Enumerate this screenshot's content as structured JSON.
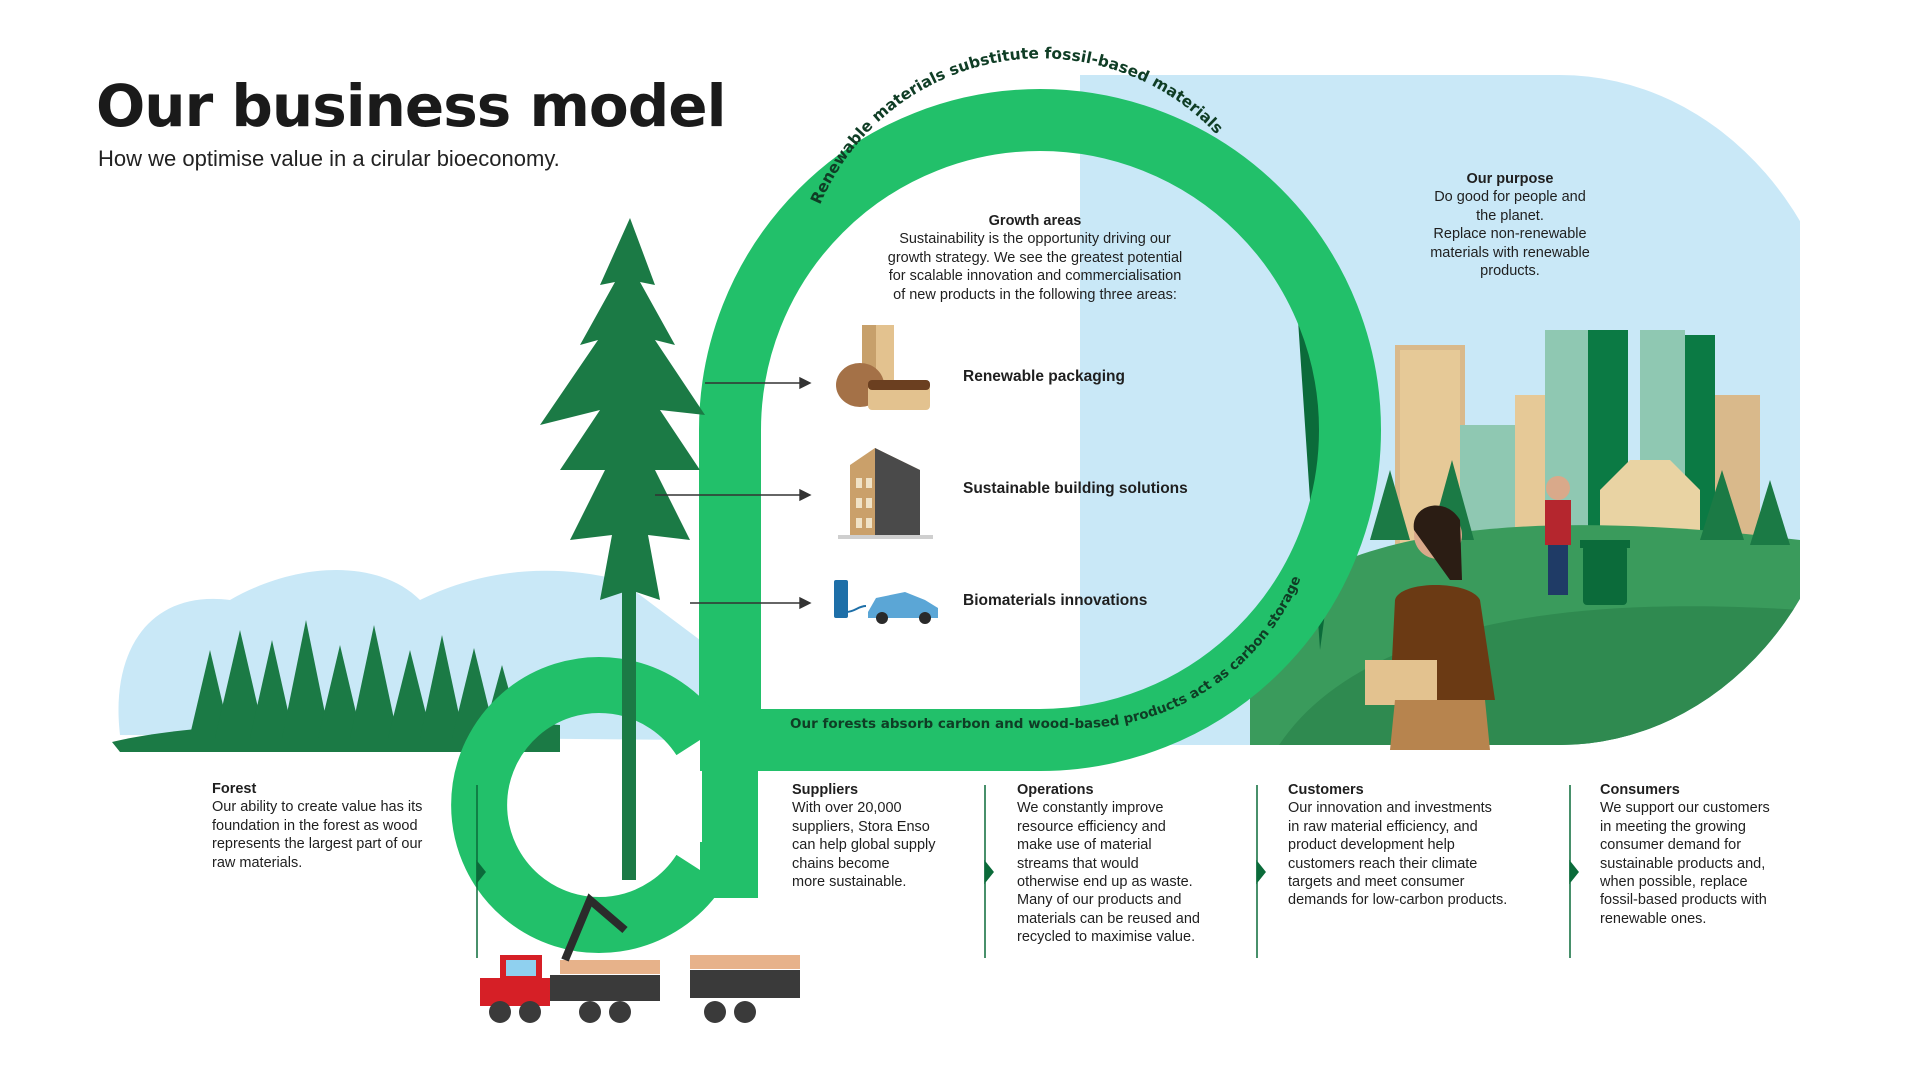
{
  "header": {
    "title": "Our business model",
    "subtitle": "How we optimise value in a cirular bioeconomy."
  },
  "loop": {
    "top_text": "Renewable materials substitute fossil-based materials",
    "bottom_text": "Our forests absorb carbon and wood-based products act as carbon storage."
  },
  "growth": {
    "heading": "Growth areas",
    "body": "Sustainability is the opportunity driving our\ngrowth strategy. We see the greatest potential\nfor scalable innovation and commercialisation\nof new products in the following three areas:",
    "areas": [
      {
        "label": "Renewable packaging",
        "icon": "packaging-icon"
      },
      {
        "label": "Sustainable building solutions",
        "icon": "building-icon"
      },
      {
        "label": "Biomaterials innovations",
        "icon": "electric-car-icon"
      }
    ]
  },
  "purpose": {
    "heading": "Our purpose",
    "body": "Do good for people and\nthe planet.\nReplace non-renewable\nmaterials with renewable\nproducts."
  },
  "stages": [
    {
      "heading": "Forest",
      "body": "Our ability to create value has its\nfoundation in the forest as wood\nrepresents the largest part of our\nraw materials."
    },
    {
      "heading": "Suppliers",
      "body": "With over 20,000\nsuppliers, Stora Enso\ncan help global supply\nchains become\nmore sustainable."
    },
    {
      "heading": "Operations",
      "body": "We constantly improve\nresource efficiency and\nmake use of material\nstreams that would\notherwise end up as waste.\nMany of our products and\nmaterials can be reused and\nrecycled to maximise value."
    },
    {
      "heading": "Customers",
      "body": "Our innovation and investments\nin raw material efficiency, and\nproduct development help\ncustomers reach their climate\ntargets and meet consumer\ndemands for low-carbon products."
    },
    {
      "heading": "Consumers",
      "body": "We support our customers\nin meeting the growing\nconsumer demand for\nsustainable products and,\nwhen possible, replace\nfossil-based products with\nrenewable ones."
    }
  ],
  "colors": {
    "loop_green": "#22c06a",
    "dark_green": "#0b6b3a",
    "tree_green": "#1b7a45",
    "sky_blue": "#c9e8f7",
    "hill_green": "#3a9b5c"
  }
}
